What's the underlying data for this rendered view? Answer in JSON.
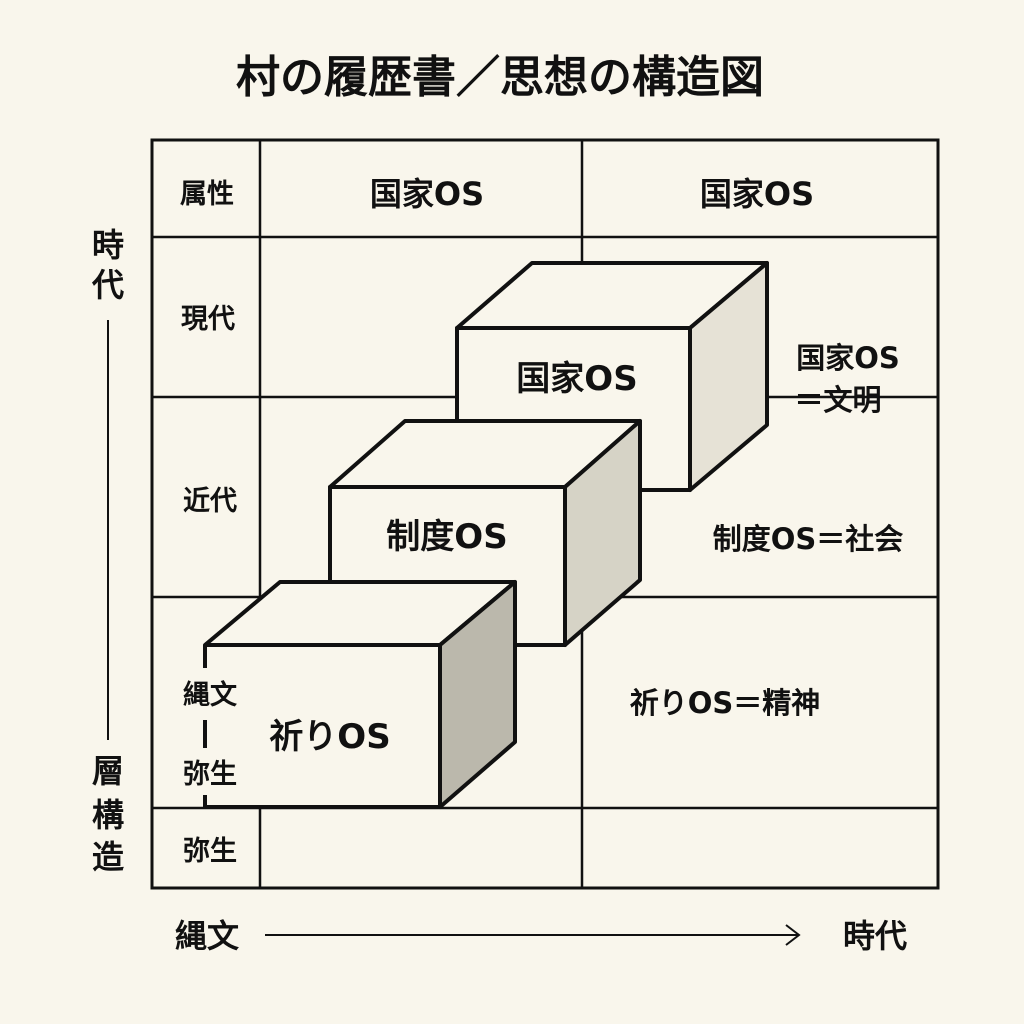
{
  "title": "村の履歴書／思想の構造図",
  "header_row": {
    "attribute": "属性",
    "col1": "国家OS",
    "col2": "国家OS"
  },
  "row_labels": {
    "modern": "現代",
    "early_modern": "近代",
    "jomon": "縄文",
    "yayoi_range": "弥生",
    "yayoi": "弥生"
  },
  "boxes": [
    {
      "label": "国家OS",
      "side_color": "#e6e2d6"
    },
    {
      "label": "制度OS",
      "side_color": "#d6d3c6"
    },
    {
      "label": "祈りOS",
      "side_color": "#bbb8ac"
    }
  ],
  "notes": {
    "state_line1": "国家OS",
    "state_line2": "＝文明",
    "institution": "制度OS＝社会",
    "prayer": "祈りOS＝精神"
  },
  "vertical_axis": {
    "top1": "時",
    "top2": "代",
    "bottom1": "層",
    "bottom2": "構",
    "bottom3": "造"
  },
  "horizontal_axis": {
    "start": "縄文",
    "end": "時代"
  }
}
